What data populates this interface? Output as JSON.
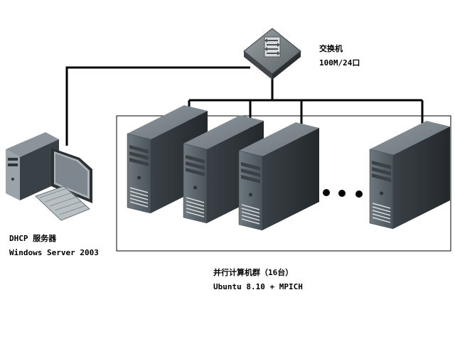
{
  "switch": {
    "name": "交换机",
    "spec": "100M/24口"
  },
  "dhcp": {
    "name": "DHCP 服务器",
    "os": "Windows Server 2003"
  },
  "cluster": {
    "name": "并行计算机群（16台）",
    "software": "Ubuntu 8.10 + MPICH"
  },
  "ellipsis": "• • •",
  "colors": {
    "line": "#000000",
    "box": "#000000",
    "server_body": "#5b666d",
    "server_dark": "#2f3438",
    "switch_body": "#6f7579"
  }
}
